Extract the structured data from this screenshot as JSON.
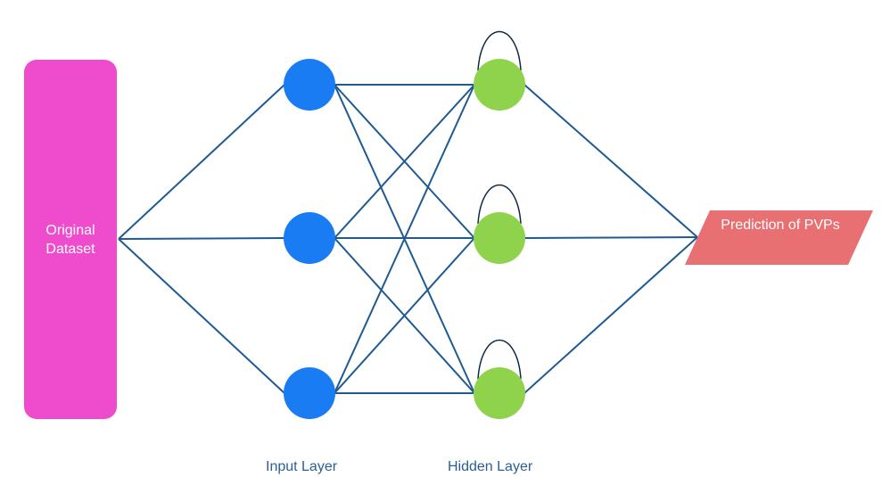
{
  "dataset": {
    "label": "Original Dataset"
  },
  "output": {
    "label": "Prediction of PVPs"
  },
  "layers": {
    "input": "Input Layer",
    "hidden": "Hidden Layer"
  },
  "network": {
    "input_nodes": 3,
    "hidden_nodes": 3,
    "hidden_self_loops": true
  },
  "colors": {
    "dataset": "#ef4ccd",
    "input_node": "#1a7cf2",
    "hidden_node": "#8fd24c",
    "output": "#e86f72",
    "connection": "#1f5a93",
    "loop": "#102a45",
    "layer_label": "#2a5f95"
  }
}
